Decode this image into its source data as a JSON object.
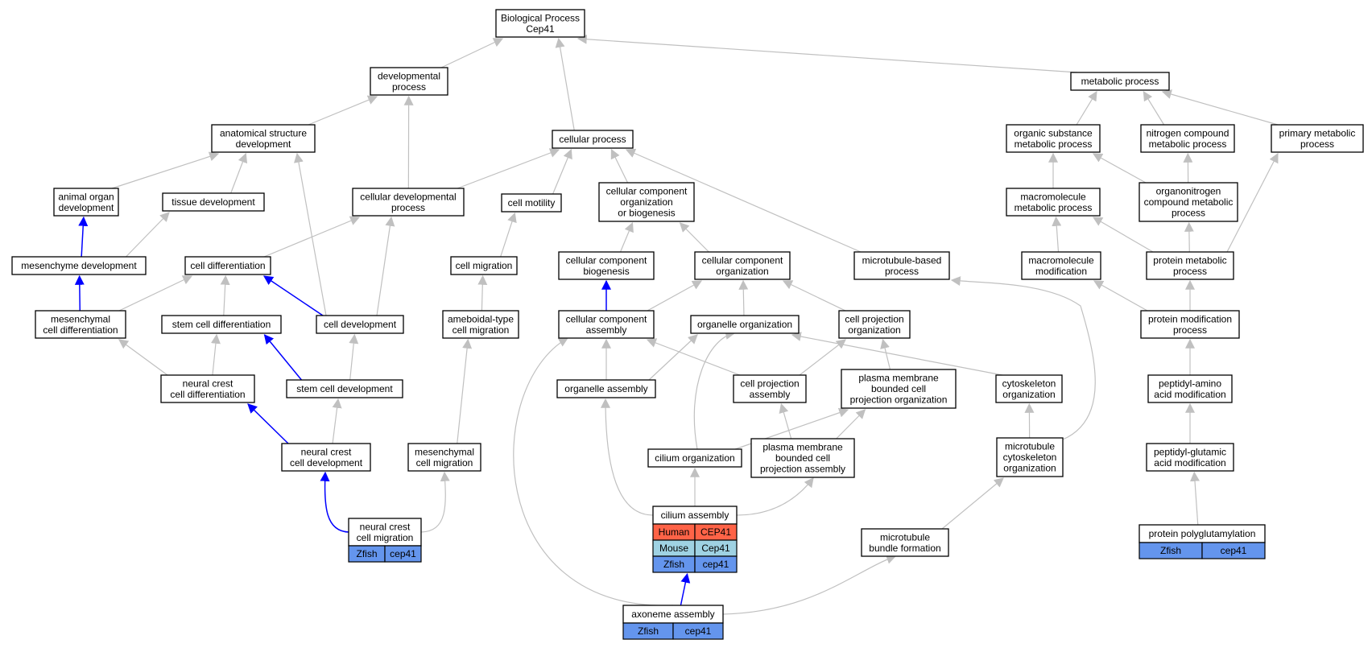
{
  "nodes": {
    "bp": [
      "Biological Process",
      "Cep41"
    ],
    "dev": [
      "developmental",
      "process"
    ],
    "meta": [
      "metabolic process"
    ],
    "asd": [
      "anatomical structure",
      "development"
    ],
    "cp": [
      "cellular process"
    ],
    "osmp": [
      "organic substance",
      "metabolic process"
    ],
    "ncmp": [
      "nitrogen compound",
      "metabolic process"
    ],
    "pmp": [
      "primary metabolic",
      "process"
    ],
    "aod": [
      "animal organ",
      "development"
    ],
    "td": [
      "tissue development"
    ],
    "cdp": [
      "cellular developmental",
      "process"
    ],
    "cm": [
      "cell motility"
    ],
    "ccob": [
      "cellular component",
      "organization",
      "or biogenesis"
    ],
    "mmp": [
      "macromolecule",
      "metabolic process"
    ],
    "ocmp": [
      "organonitrogen",
      "compound metabolic",
      "process"
    ],
    "mdev": [
      "mesenchyme development"
    ],
    "cdiff": [
      "cell differentiation"
    ],
    "cmig": [
      "cell migration"
    ],
    "ccb": [
      "cellular component",
      "biogenesis"
    ],
    "cco": [
      "cellular component",
      "organization"
    ],
    "mbp": [
      "microtubule-based",
      "process"
    ],
    "mmod": [
      "macromolecule",
      "modification"
    ],
    "protmp": [
      "protein metabolic",
      "process"
    ],
    "mcd": [
      "mesenchymal",
      "cell differentiation"
    ],
    "scd": [
      "stem cell differentiation"
    ],
    "celldev": [
      "cell development"
    ],
    "acm": [
      "ameboidal-type",
      "cell migration"
    ],
    "cca": [
      "cellular component",
      "assembly"
    ],
    "oorg": [
      "organelle organization"
    ],
    "cpo": [
      "cell projection",
      "organization"
    ],
    "pmod": [
      "protein modification",
      "process"
    ],
    "ncd": [
      "neural crest",
      "cell differentiation"
    ],
    "scdev": [
      "stem cell development"
    ],
    "oa": [
      "organelle assembly"
    ],
    "cpa": [
      "cell projection",
      "assembly"
    ],
    "pmbcpo": [
      "plasma membrane",
      "bounded cell",
      "projection organization"
    ],
    "cyto": [
      "cytoskeleton",
      "organization"
    ],
    "paam": [
      "peptidyl-amino",
      "acid modification"
    ],
    "ncdev": [
      "neural crest",
      "cell development"
    ],
    "mcm": [
      "mesenchymal",
      "cell migration"
    ],
    "corg": [
      "cilium organization"
    ],
    "pmbcpa": [
      "plasma membrane",
      "bounded cell",
      "projection assembly"
    ],
    "mco": [
      "microtubule",
      "cytoskeleton",
      "organization"
    ],
    "pgam": [
      "peptidyl-glutamic",
      "acid modification"
    ],
    "ca": [
      "cilium assembly"
    ],
    "ncm": [
      "neural crest",
      "cell migration"
    ],
    "mbf": [
      "microtubule",
      "bundle formation"
    ],
    "pp": [
      "protein polyglutamylation"
    ],
    "aa": [
      "axoneme assembly"
    ]
  },
  "annotations": {
    "ca": [
      {
        "species": "Human",
        "gene": "CEP41",
        "color": "#ff6347"
      },
      {
        "species": "Mouse",
        "gene": "Cep41",
        "color": "#9fd2e3"
      },
      {
        "species": "Zfish",
        "gene": "cep41",
        "color": "#6495ed"
      }
    ],
    "ncm": [
      {
        "species": "Zfish",
        "gene": "cep41",
        "color": "#6495ed"
      }
    ],
    "pp": [
      {
        "species": "Zfish",
        "gene": "cep41",
        "color": "#6495ed"
      }
    ],
    "aa": [
      {
        "species": "Zfish",
        "gene": "cep41",
        "color": "#6495ed"
      }
    ]
  },
  "edge_colors": {
    "is_a": "#c0c0c0",
    "part_of": "#0000ff"
  }
}
